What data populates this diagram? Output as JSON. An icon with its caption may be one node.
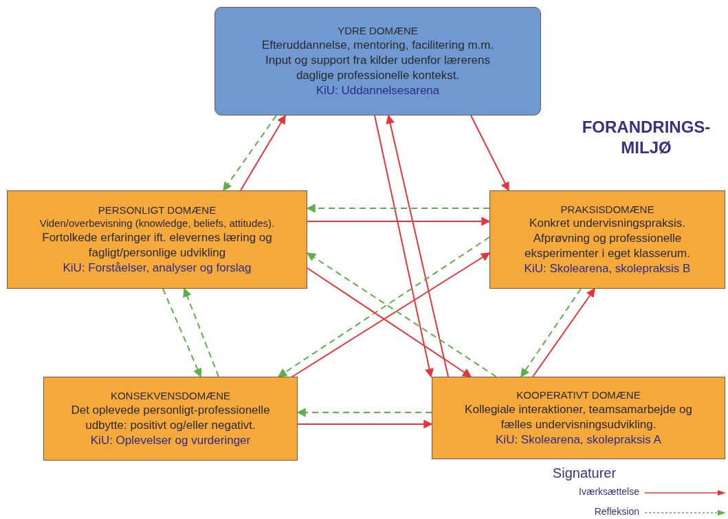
{
  "diagram": {
    "nodes": [
      {
        "text": [
          "YDRE DOMÆNE",
          "Efteruddannelse, mentoring, facilitering m.m. Input og support fra kilder udenfor lærerens daglige professionelle kontekst.",
          "KiU: Uddannelsesarena"
        ]
      },
      {
        "text": [
          "PERSONLIGT DOMÆNE",
          "Viden/overbevisning (knowledge, beliefs, attitudes).",
          "Fortolkede erfaringer ift. elevernes læring og fagligt/personlige udvikling",
          "KiU: Forståelser, analyser og forslag"
        ]
      },
      {
        "text": [
          "PRAKSISDOMÆNE",
          "Konkret undervisningspraksis. Afprøvning og professionelle eksperimenter i eget klasserum.",
          "KiU: Skolearena, skolepraksis B"
        ]
      },
      {
        "text": [
          "KONSEKVENSDOMÆNE",
          "Det oplevede personligt-professionelle udbytte: positivt og/eller negativt.",
          "KiU: Oplevelser og vurderinger"
        ]
      },
      {
        "text": [
          "KOOPERATIVT DOMÆNE",
          "Kollegiale interaktioner, teamsamarbejde og fælles undervisningsudvikling.",
          "KiU: Skolearena, skolepraksis A"
        ]
      }
    ],
    "edges": [
      {
        "from": 0,
        "to": 1,
        "arrow": "to",
        "style": "dashed",
        "color": "#5bb046"
      },
      {
        "from": 1,
        "to": 0,
        "arrow": "to"
      },
      {
        "from": 0,
        "to": 2,
        "arrow": "to"
      },
      {
        "from": 0,
        "to": 4,
        "arrow": "to"
      },
      {
        "from": 4,
        "to": 0,
        "arrow": "to"
      },
      {
        "from": 2,
        "to": 1,
        "arrow": "to",
        "style": "dashed",
        "color": "#5bb046"
      },
      {
        "from": 1,
        "to": 2,
        "arrow": "to"
      },
      {
        "from": 2,
        "to": 3,
        "arrow": "to",
        "style": "dashed",
        "color": "#5bb046"
      },
      {
        "from": 3,
        "to": 2,
        "arrow": "to"
      },
      {
        "from": 4,
        "to": 1,
        "arrow": "to",
        "style": "dashed",
        "color": "#5bb046"
      },
      {
        "from": 1,
        "to": 4,
        "arrow": "to"
      },
      {
        "from": 1,
        "to": 3,
        "arrow": "to",
        "style": "dashed",
        "color": "#5bb046"
      },
      {
        "from": 3,
        "to": 1,
        "arrow": "to",
        "style": "dashed",
        "color": "#5bb046"
      },
      {
        "from": 2,
        "to": 4,
        "arrow": "to",
        "style": "dashed",
        "color": "#5bb046"
      },
      {
        "from": 4,
        "to": 2,
        "arrow": "to"
      },
      {
        "from": 4,
        "to": 3,
        "arrow": "to",
        "style": "dashed",
        "color": "#5bb046"
      },
      {
        "from": 3,
        "to": 4,
        "arrow": "to"
      }
    ],
    "labels": [
      "FORANDRINGS- MILJØ",
      "Signaturer"
    ],
    "legend": [
      {
        "text": "Iværksættelse"
      },
      {
        "text": "Refleksion"
      }
    ]
  }
}
